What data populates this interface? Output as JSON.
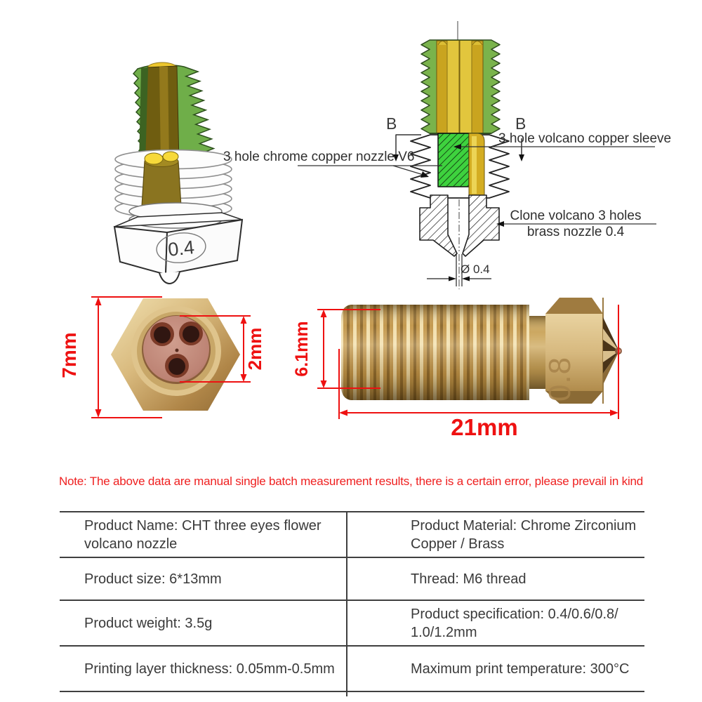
{
  "colors": {
    "accent_red": "#ee1111",
    "thread_green": "#6fae49",
    "sleeve_green": "#3ed23e",
    "brass": "#c9a45c",
    "copper": "#bd8374",
    "text_dark": "#3a3a3a"
  },
  "render_3d": {
    "caliber_label": "0.4"
  },
  "tech_diagram": {
    "section_b_left": "B",
    "section_b_right": "B",
    "label_nozzle_v6": "3 hole chrome copper nozzle V6",
    "label_copper_sleeve": "3 hole volcano copper sleeve",
    "label_clone_line1": "Clone volcano 3 holes",
    "label_clone_line2": "brass nozzle 0.4",
    "tip_diameter": "Ø 0.4"
  },
  "photos": {
    "top_view": {
      "dim_outer": "7mm",
      "dim_inner": "2mm"
    },
    "side_view": {
      "dim_diameter": "6.1mm",
      "dim_length": "21mm",
      "caliber_label": "0.8"
    }
  },
  "note": "Note: The above data are manual single batch measurement results, there is a certain error, please prevail in kind",
  "spec_table": {
    "rows": [
      {
        "left": "Product Name: CHT three eyes flower\nvolcano nozzle",
        "right": "Product Material: Chrome Zirconium\n Copper / Brass"
      },
      {
        "left": "Product size: 6*13mm",
        "right": "Thread: M6 thread"
      },
      {
        "left": "Product weight: 3.5g",
        "right": "Product specification: 0.4/0.6/0.8/\n1.0/1.2mm"
      },
      {
        "left": "Printing layer thickness: 0.05mm-0.5mm",
        "right": "Maximum print temperature: 300°C"
      }
    ]
  }
}
